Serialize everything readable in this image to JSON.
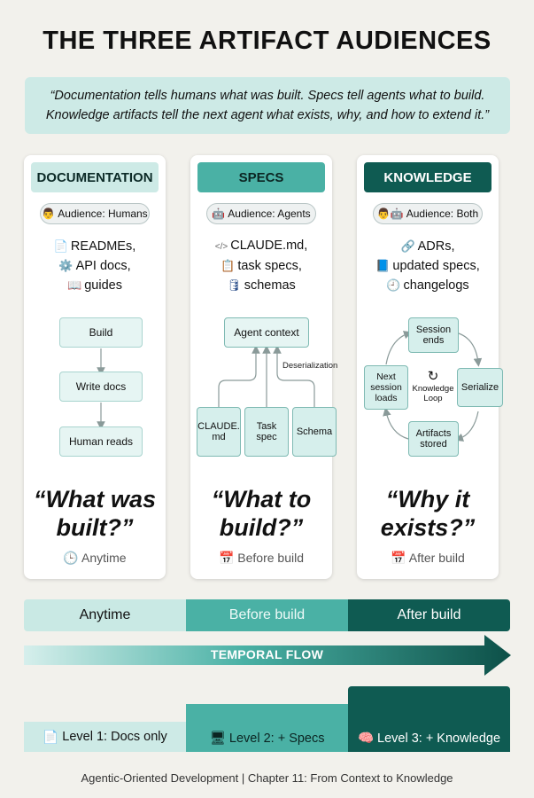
{
  "title": "THE THREE ARTIFACT AUDIENCES",
  "quote": "“Documentation tells humans what was built. Specs tell agents what to build. Knowledge artifacts tell the next agent what exists, why, and how to extend it.”",
  "columns": [
    {
      "header": "DOCUMENTATION",
      "audience_icon": "👨",
      "audience": "Audience: Humans",
      "items": [
        {
          "icon": "📄",
          "label": "READMEs,"
        },
        {
          "icon": "⚙️",
          "label": "API docs,"
        },
        {
          "icon": "📖",
          "label": "guides"
        }
      ],
      "diagram": [
        "Build",
        "Write docs",
        "Human reads"
      ],
      "question_line1": "“What was",
      "question_line2": "built?”",
      "when_icon": "🕒",
      "when": "Anytime"
    },
    {
      "header": "SPECS",
      "audience_icon": "🤖",
      "audience": "Audience: Agents",
      "items": [
        {
          "icon": "</>",
          "label": "CLAUDE.md,"
        },
        {
          "icon": "📋",
          "label": "task specs,"
        },
        {
          "icon": "🛢",
          "label": "schemas"
        }
      ],
      "diagram": {
        "top": "Agent context",
        "edge_label": "Deserialization",
        "sources": [
          "CLAUDE.\nmd",
          "Task\nspec",
          "Schema"
        ]
      },
      "question_line1": "“What to",
      "question_line2": "build?”",
      "when_icon": "📅",
      "when": "Before build"
    },
    {
      "header": "KNOWLEDGE",
      "audience_icon": "👨🤖",
      "audience": "Audience: Both",
      "items": [
        {
          "icon": "🔗",
          "label": "ADRs,"
        },
        {
          "icon": "📘",
          "label": "updated specs,"
        },
        {
          "icon": "🕘",
          "label": "changelogs"
        }
      ],
      "diagram": {
        "nodes": [
          "Session\nends",
          "Serialize",
          "Artifacts\nstored",
          "Next\nsession\nloads"
        ],
        "center_icon": "↻",
        "center": "Knowledge\nLoop"
      },
      "question_line1": "“Why it",
      "question_line2": "exists?”",
      "when_icon": "📅",
      "when": "After build"
    }
  ],
  "timeline": [
    "Anytime",
    "Before build",
    "After build"
  ],
  "flow_label": "TEMPORAL FLOW",
  "levels": [
    {
      "icon": "📄",
      "label": "Level 1: Docs only"
    },
    {
      "icon": "🖥",
      "label": "Level 2: + Specs"
    },
    {
      "icon": "🧠",
      "label": "Level 3: + Knowledge"
    }
  ],
  "footer": "Agentic-Oriented Development | Chapter 11: From Context to Knowledge",
  "colors": {
    "doc_header": "#cdeae6",
    "spec_header": "#4ab1a5",
    "knowledge_header": "#0f5b52",
    "timeline_1": "#c9e9e4",
    "timeline_2": "#4ab1a5",
    "timeline_3": "#0f5b52"
  }
}
